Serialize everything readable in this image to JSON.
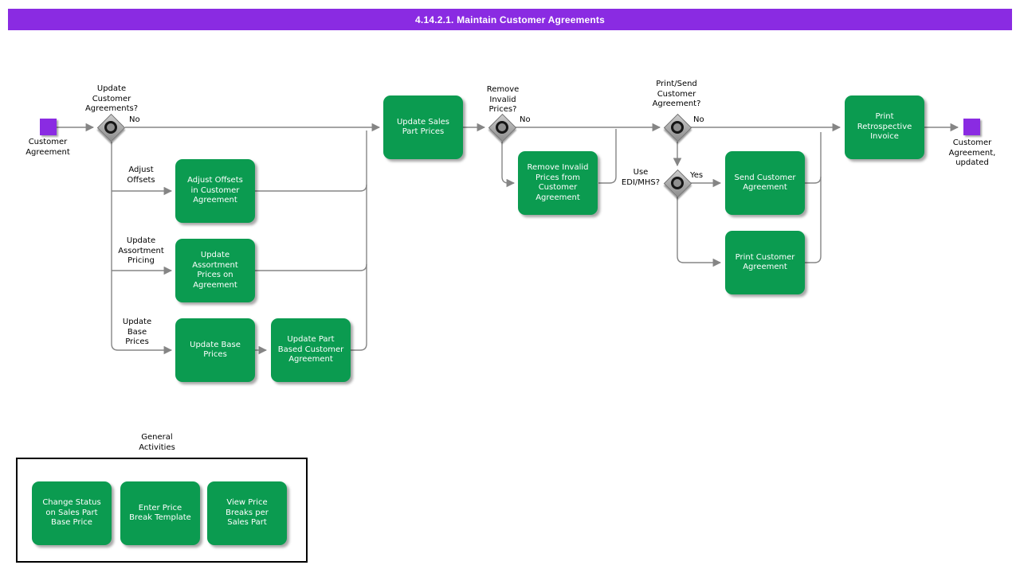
{
  "title": "4.14.2.1. Maintain Customer Agreements",
  "colors": {
    "accent_purple": "#8a2be2",
    "task_green": "#0b9b50",
    "connector_gray": "#858585"
  },
  "events": {
    "start": "Customer\nAgreement",
    "end": "Customer\nAgreement,\nupdated"
  },
  "gateways": {
    "update_customer_agreements": "Update\nCustomer\nAgreements?",
    "remove_invalid_prices": "Remove\nInvalid\nPrices?",
    "print_send_customer_agreement": "Print/Send\nCustomer\nAgreement?",
    "use_edi_mhs": "Use\nEDI/MHS?"
  },
  "branch_labels": {
    "no_update": "No",
    "no_remove": "No",
    "no_print_send": "No",
    "yes_edi": "Yes",
    "adjust_offsets": "Adjust\nOffsets",
    "update_assortment_pricing": "Update\nAssortment\nPricing",
    "update_base_prices": "Update\nBase\nPrices"
  },
  "tasks": {
    "update_sales_part_prices": "Update Sales\nPart Prices",
    "adjust_offsets_in_customer_agreement": "Adjust Offsets\nin Customer\nAgreement",
    "update_assortment_prices_on_agreement": "Update\nAssortment\nPrices on\nAgreement",
    "update_base_prices": "Update Base\nPrices",
    "update_part_based_customer_agreement": "Update Part\nBased Customer\nAgreement",
    "remove_invalid_prices_from_customer_agreement": "Remove Invalid\nPrices from\nCustomer\nAgreement",
    "send_customer_agreement": "Send Customer\nAgreement",
    "print_customer_agreement": "Print Customer\nAgreement",
    "print_retrospective_invoice": "Print\nRetrospective\nInvoice"
  },
  "general_activities": {
    "label": "General\nActivities",
    "tasks": {
      "change_status_on_sales_part_base_price": "Change Status\non Sales Part\nBase Price",
      "enter_price_break_template": "Enter Price\nBreak Template",
      "view_price_breaks_per_sales_part": "View Price\nBreaks per\nSales Part"
    }
  }
}
